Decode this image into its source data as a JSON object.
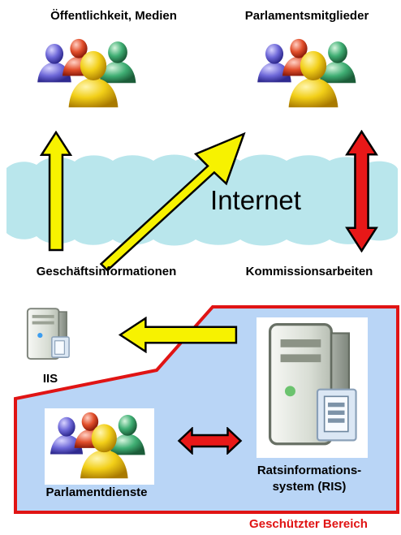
{
  "labels": {
    "public_media": "Öffentlichkeit, Medien",
    "parliament_members": "Parlamentsmitglieder",
    "internet": "Internet",
    "business_info": "Geschäftsinformationen",
    "committee_work": "Kommissionsarbeiten",
    "iis": "IIS",
    "parliament_services": "Parlamentdienste",
    "ris_line1": "Ratsinformations-",
    "ris_line2": "system (RIS)",
    "protected_area": "Geschützter Bereich"
  },
  "colors": {
    "cloud_fill": "#B9E6EC",
    "protected_fill": "#B9D5F6",
    "protected_border": "#E01414",
    "yellow_arrow": "#F7F200",
    "red_arrow": "#E81818",
    "protected_label": "#E01414"
  },
  "icons": {
    "people_groups": [
      "people-group-icon",
      "people-group-icon",
      "people-group-icon"
    ],
    "servers": [
      "server-small-icon",
      "server-large-icon"
    ]
  }
}
